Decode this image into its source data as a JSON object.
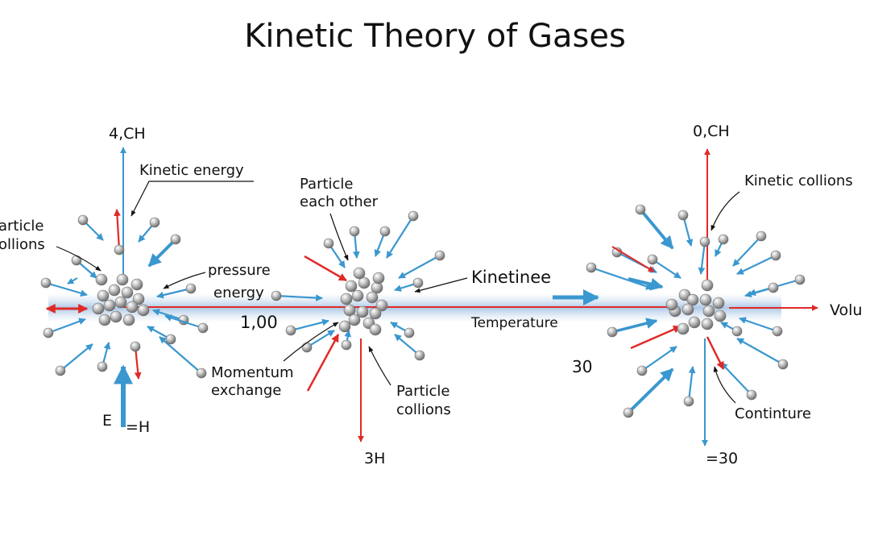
{
  "title": "Kinetic Theory of Gases",
  "colors": {
    "blue_arrow": "#3a97cf",
    "red_arrow": "#e02a28",
    "glow_band": "#a9c6e6",
    "particle": "#9a9a9a"
  },
  "labels": {
    "left_top": "4,CH",
    "left_kinetic_energy": "Kinetic energy",
    "left_particle_line1": "article",
    "left_particle_line2": "ollions",
    "pressure": "pressure",
    "energy": "energy",
    "value_100": "1,00",
    "left_bottom_e": "E",
    "left_bottom_h": "=H",
    "mid_particle_line1": "Particle",
    "mid_particle_line2": "each other",
    "kinetinee": "Kinetinee",
    "temperature": "Temperature",
    "momentum_line1": "Momentum",
    "momentum_line2": "exchange",
    "mid_collisions_line1": "Particle",
    "mid_collisions_line2": "collions",
    "mid_bottom": "3H",
    "right_top": "0,CH",
    "kinetic_collions": "Kinetic collions",
    "volume": "Volu",
    "value_30": "30",
    "continture": "Continture",
    "right_bottom": "=30"
  }
}
